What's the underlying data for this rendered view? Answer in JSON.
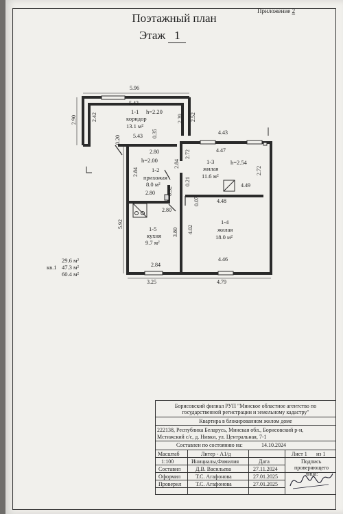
{
  "header": {
    "appendix_label": "Приложение",
    "appendix_num": "2",
    "title": "Поэтажный план",
    "floor_label": "Этаж",
    "floor_num": "1"
  },
  "plan": {
    "dims": {
      "d596": "5.96",
      "d543a": "5.43",
      "d543b": "5.43",
      "d290": "2.90",
      "d242": "2.42",
      "d239": "2.39",
      "d252": "2.52",
      "d020": "0.20",
      "d035": "0.35",
      "d280a": "2.80",
      "d443": "4.43",
      "d447": "4.47",
      "d272a": "2.72",
      "d272b": "2.72",
      "d284a": "2.84",
      "d284b": "2.84",
      "d021": "0.21",
      "d280b": "2.80",
      "d280c": "2.80",
      "d032": "0.32",
      "d007": "0.07",
      "d449": "4.49",
      "d448": "4.48",
      "d592": "5.92",
      "d380": "3.80",
      "d402": "4.02",
      "d284c": "2.84",
      "d446": "4.46",
      "d325": "3.25",
      "d479": "4.79"
    },
    "rooms": {
      "r11_num": "1-1",
      "r11_name": "коридор",
      "r11_area": "13.1 м²",
      "r11_h": "h=2.20",
      "r12_h": "h=2.00",
      "r12_num": "1-2",
      "r12_name": "прихожая",
      "r12_area": "8.0 м²",
      "r13_num": "1-3",
      "r13_name": "жилая",
      "r13_h": "h=2.54",
      "r13_area": "11.6 м²",
      "r14_num": "1-4",
      "r14_name": "жилая",
      "r14_area": "18.0 м²",
      "r15_num": "1-5",
      "r15_name": "кухня",
      "r15_area": "9.7 м²"
    },
    "totals": {
      "kv_label": "кв.1",
      "a1": "29.6 м²",
      "a2": "47.3 м²",
      "a3": "60.4 м²"
    }
  },
  "stamp": {
    "org_line1": "Борисовский филиал РУП \"Минское областное агентство по",
    "org_line2": "государственной регистрации и земельному кадастру\"",
    "object": "Квартира в блокированном жилом доме",
    "addr_line1": "222138, Республика Беларусь, Минская обл., Борисовский р-н,",
    "addr_line2": "Мстижский с/с, д. Нивки, ул. Центральная, 7-1",
    "composed_label": "Составлен по состоянию на:",
    "composed_date": "14.10.2024",
    "scale_label": "Масштаб",
    "scale_value": "1:100",
    "liter_label": "Литер - А1/д",
    "initials_label": "Инициалы,Фамилия",
    "date_label": "Дата",
    "sheet_label": "Лист 1",
    "sheets_total": "из 1",
    "signature_label_1": "Подпись",
    "signature_label_2": "проверяющего",
    "signature_label_3": "лица:",
    "rows": [
      {
        "role": "Составил",
        "name": "Д.В. Васильева",
        "date": "27.11.2024"
      },
      {
        "role": "Оформил",
        "name": "Т.С. Агафонова",
        "date": "27.01.2025"
      },
      {
        "role": "Проверил",
        "name": "Т.С. Агафонова",
        "date": "27.01.2025"
      }
    ]
  }
}
